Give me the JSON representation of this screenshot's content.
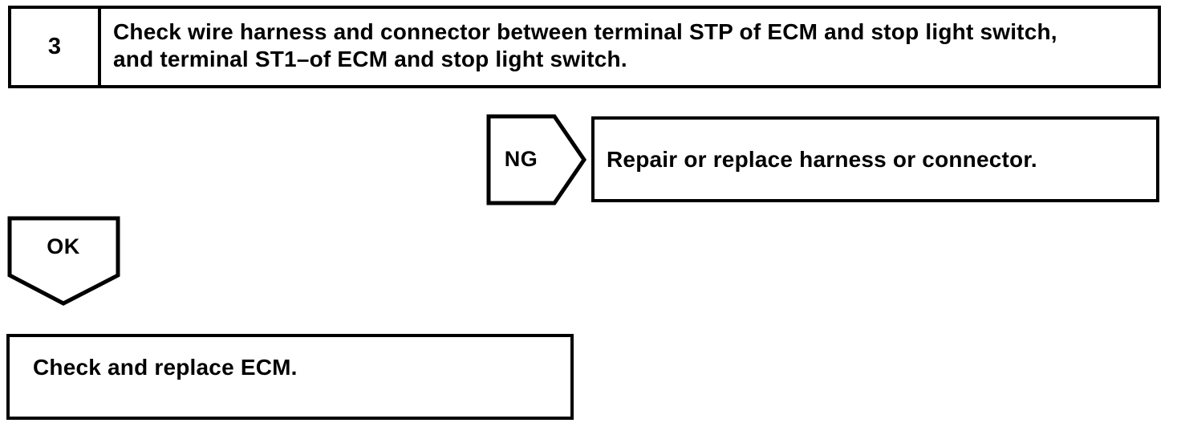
{
  "page": {
    "background_color": "#ffffff",
    "ink_color": "#000000"
  },
  "flowchart": {
    "step": {
      "number": "3",
      "instruction": "Check wire harness and connector between terminal STP of ECM and stop light switch, and terminal ST1–of ECM and stop light switch."
    },
    "ng_branch": {
      "connector_label": "NG",
      "action": "Repair or replace harness or connector."
    },
    "ok_branch": {
      "connector_label": "OK",
      "action": "Check and replace ECM."
    }
  }
}
